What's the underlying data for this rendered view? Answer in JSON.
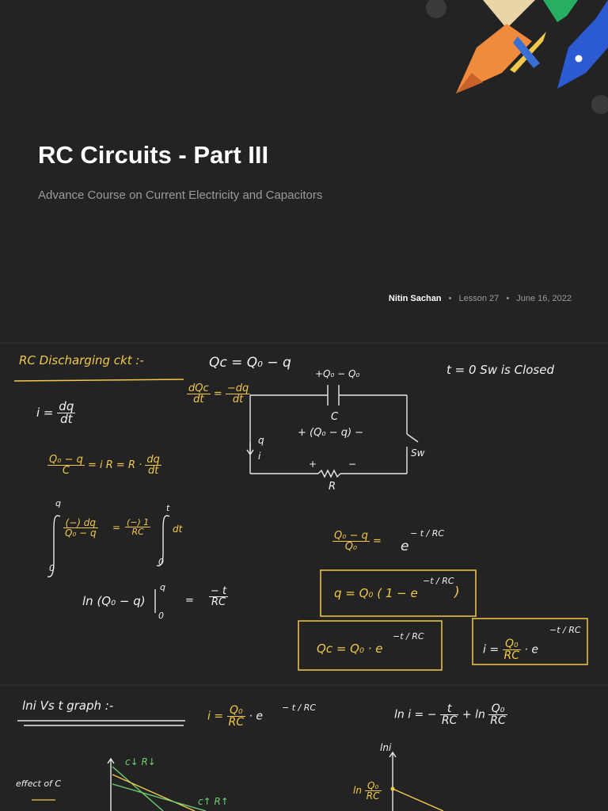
{
  "cover": {
    "title": "RC Circuits - Part III",
    "subtitle": "Advance Course on Current Electricity and Capacitors",
    "author": "Nitin Sachan",
    "lesson": "Lesson 27",
    "date": "June 16, 2022",
    "separator": "•"
  },
  "notes1": {
    "heading": "RC   Discharging  ckt :-",
    "qc_relation": "Qc = Q₀ − q",
    "switch_note": "t = 0   Sw  is  Closed",
    "i_lhs": "i =",
    "dq": "dq",
    "dt": "dt",
    "dqc": "dQc",
    "eq": "=",
    "neg_dq": "−dq",
    "cap_top": "+Q₀ − Q₀",
    "cap_label": "C",
    "cap_bottom": "+ (Q₀ − q) −",
    "res_label": "R",
    "res_plus": "+",
    "res_minus": "−",
    "sw_label": "Sw",
    "q_label": "q",
    "i_label": "i",
    "kvl_num": "Q₀ − q",
    "kvl_den": "C",
    "kvl_mid": "=  i R  =  R ·",
    "int_upper_q": "q",
    "int_lower_0": "0",
    "int_upper_t": "t",
    "int_num": "(−) dq",
    "int_den": "Q₀ − q",
    "int_mid_num": "(−) 1",
    "int_mid_den": "RC",
    "ln_lhs": "ln (Q₀ − q)",
    "ln_rhs_num": "− t",
    "ln_rhs_den": "RC",
    "ratio_num": "Q₀ − q",
    "ratio_den": "Q₀",
    "exp_base": "e",
    "exp_power": "− t / RC",
    "box1": "q  =  Q₀ ( 1 − e",
    "box1_power": "−t / RC",
    "box1_close": ")",
    "box2": "Qc  =   Q₀ · e",
    "box2_power": "−t / RC",
    "box3_lhs": "i  =",
    "box3_num": "Q₀",
    "box3_den": "RC",
    "box3_tail": "· e",
    "box3_power": "−t / RC"
  },
  "notes2": {
    "heading": "lni  Vs   t   graph :-",
    "i_lhs": "i  =",
    "i_num": "Q₀",
    "i_den": "RC",
    "i_tail": "·  e",
    "i_power": "− t / RC",
    "ln_lhs": "ln i  =  −",
    "ln_num1": "t",
    "ln_den1": "RC",
    "ln_mid": "+  ln",
    "ln_num2": "Q₀",
    "ln_den2": "RC",
    "effect": "effect  of  C",
    "c_down": "c↓  R↓",
    "c_up": "c↑  R↑",
    "axis_lni": "lni",
    "intercept": "ln",
    "intercept_num": "Q₀",
    "intercept_den": "RC"
  }
}
